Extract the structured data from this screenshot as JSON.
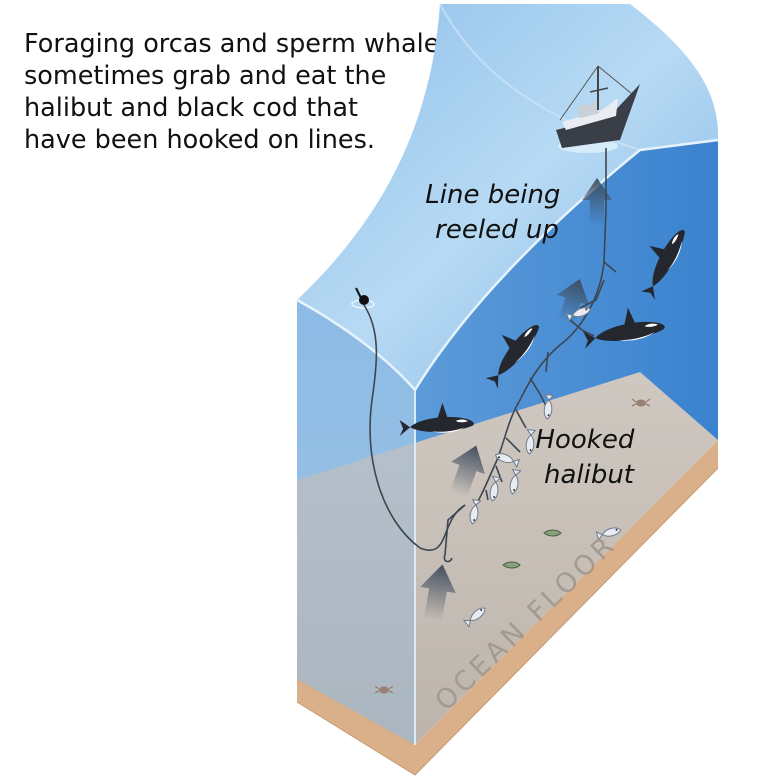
{
  "caption": {
    "lines": [
      "Foraging orcas and sperm whales",
      "sometimes grab and eat the",
      "halibut and black cod that",
      "have been hooked on lines."
    ]
  },
  "labels": {
    "line_reeled": [
      "Line being",
      "reeled up"
    ],
    "hooked_halibut": [
      "Hooked",
      "halibut"
    ],
    "ocean_floor": "OCEAN FLOOR"
  },
  "colors": {
    "water_front": "#7aaee0",
    "water_side": "#3f86d1",
    "water_surface": "#9cc8ec",
    "ocean_floor": "#c6bfb8",
    "sediment": "#d7b08e",
    "orca": "#2a2d33"
  }
}
